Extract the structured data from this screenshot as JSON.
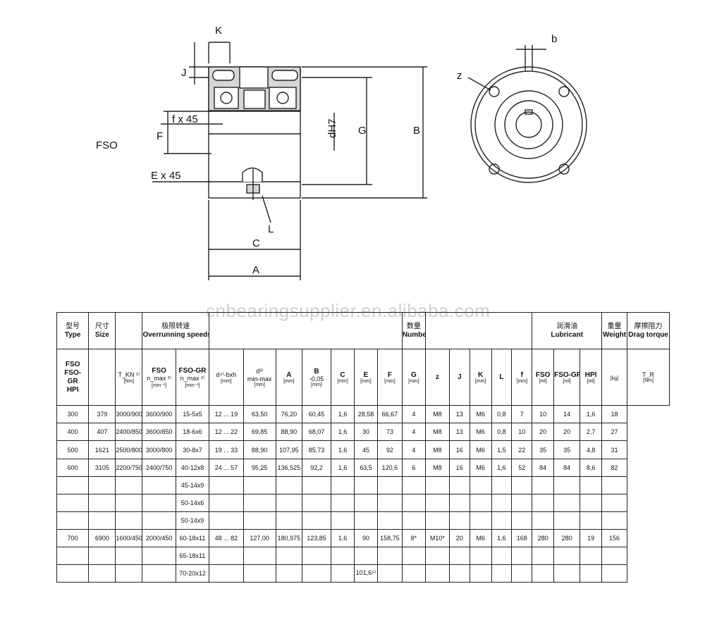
{
  "watermark": "cnbearingsupplier.en.alibaba.com",
  "drawing": {
    "fso_label": "FSO",
    "labels": {
      "K": "K",
      "J": "J",
      "f45": "f x 45",
      "F": "F",
      "E45": "E x 45",
      "dH7": "dH7",
      "G": "G",
      "B": "B",
      "L": "L",
      "C": "C",
      "A": "A",
      "z": "z",
      "b": "b"
    }
  },
  "table": {
    "headers": {
      "type_cn": "型号",
      "type_en": "Type",
      "size_cn": "尺寸",
      "size_en": "Size",
      "speed_cn": "极限转速",
      "speed_en": "Overrunning speeds",
      "number_cn": "数量",
      "number_en": "Number",
      "lub_cn": "润滑油",
      "lub_en": "Lubricant",
      "weight_cn": "重量",
      "weight_en": "Weight",
      "drag_cn": "摩擦阻力",
      "drag_en": "Drag torque"
    },
    "sub": {
      "FSO": "FSO",
      "FSOGR": "FSO-GR",
      "key": "d⁴⁾-bxh",
      "d": "d³⁾",
      "dminmax": "min-max",
      "A": "A",
      "B": "B",
      "B_tol": "-0,05",
      "C": "C",
      "E": "E",
      "F": "F",
      "G": "G",
      "z": "z",
      "J": "J",
      "K": "K",
      "L": "L",
      "f": "f",
      "lFSO": "FSO",
      "lFSOGR": "FSO-GR",
      "lHPI": "HPI",
      "Tkn": "T_KN ¹⁾",
      "nmax1": "n_max ²⁾",
      "nmax2": "n_max ²⁾",
      "Tr": "T_R"
    },
    "units": {
      "Tkn": "[Nm]",
      "n1": "[min⁻¹]",
      "n2": "[min⁻¹]",
      "key": "[mm]",
      "d": "[mm]",
      "A": "[mm]",
      "B": "[mm]",
      "C": "[mm]",
      "E": "[mm]",
      "F": "[mm]",
      "G": "[mm]",
      "K": "[mm]",
      "f": "[mm]",
      "l1": "[ml]",
      "l2": "[ml]",
      "l3": "[ml]",
      "w": "[kg]",
      "t": "[Nm]"
    },
    "type_label": [
      "FSO",
      "FSO-",
      "GR",
      "HPI"
    ],
    "rows": [
      [
        "300",
        "379",
        "3000/900",
        "3600/900",
        "15-5x5",
        "12 ... 19",
        "63,50",
        "76,20",
        "60,45",
        "1,6",
        "28,58",
        "66,67",
        "4",
        "M8",
        "13",
        "M6",
        "0,8",
        "7",
        "10",
        "14",
        "1,6",
        "18"
      ],
      [
        "400",
        "407",
        "2400/850",
        "3600/850",
        "18-6x6",
        "12 ... 22",
        "69,85",
        "88,90",
        "68,07",
        "1,6",
        "30",
        "73",
        "4",
        "M8",
        "13",
        "M6",
        "0,8",
        "10",
        "20",
        "20",
        "2,7",
        "27"
      ],
      [
        "500",
        "1621",
        "2500/800",
        "3000/800",
        "30-8x7",
        "19 ... 33",
        "88,90",
        "107,95",
        "85,73",
        "1,6",
        "45",
        "92",
        "4",
        "M8",
        "16",
        "M6",
        "1,5",
        "22",
        "35",
        "35",
        "4,8",
        "31"
      ],
      [
        "600",
        "3105",
        "2200/750",
        "2400/750",
        "40-12x8",
        "24 ... 57",
        "95,25",
        "136,525",
        "92,2",
        "1,6",
        "63,5",
        "120,6",
        "6",
        "M8",
        "16",
        "M6",
        "1,6",
        "52",
        "84",
        "84",
        "8,6",
        "82"
      ],
      [
        "",
        "",
        "",
        "",
        "45-14x9",
        "",
        "",
        "",
        "",
        "",
        "",
        "",
        "",
        "",
        "",
        "",
        "",
        "",
        "",
        "",
        "",
        ""
      ],
      [
        "",
        "",
        "",
        "",
        "50-14x6",
        "",
        "",
        "",
        "",
        "",
        "",
        "",
        "",
        "",
        "",
        "",
        "",
        "",
        "",
        "",
        "",
        ""
      ],
      [
        "",
        "",
        "",
        "",
        "50-14x9",
        "",
        "",
        "",
        "",
        "",
        "",
        "",
        "",
        "",
        "",
        "",
        "",
        "",
        "",
        "",
        "",
        ""
      ],
      [
        "700",
        "6900",
        "1600/450",
        "2000/450",
        "60-18x11",
        "48 ... 82",
        "127,00",
        "180,975",
        "123,85",
        "1,6",
        "90",
        "158,75",
        "8*",
        "M10*",
        "20",
        "M6",
        "1,6",
        "168",
        "280",
        "280",
        "19",
        "156"
      ],
      [
        "",
        "",
        "",
        "",
        "65-18x11",
        "",
        "",
        "",
        "",
        "",
        "",
        "",
        "",
        "",
        "",
        "",
        "",
        "",
        "",
        "",
        "",
        ""
      ],
      [
        "",
        "",
        "",
        "",
        "70-20x12",
        "",
        "",
        "",
        "",
        "",
        "101,6⁵⁾",
        "",
        "",
        "",
        "",
        "",
        "",
        "",
        "",
        "",
        "",
        ""
      ]
    ]
  }
}
